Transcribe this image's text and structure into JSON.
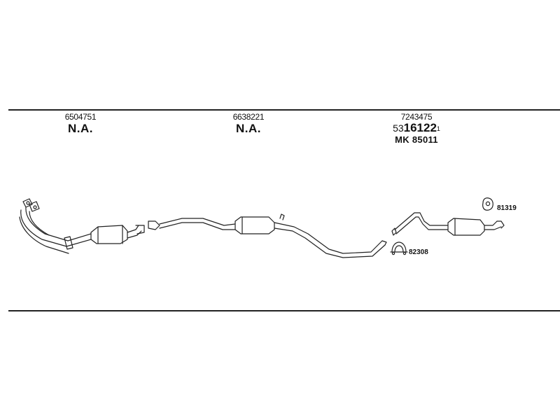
{
  "columns": [
    {
      "part_number": "6504751",
      "status": "N.A."
    },
    {
      "part_number": "6638221",
      "status": "N.A."
    },
    {
      "part_number": "7243475",
      "alt_code": {
        "prefix": "53",
        "main": "16122",
        "suffix": "1"
      },
      "mk_code": "MK  85011"
    }
  ],
  "labels": {
    "clamp_code": "82308",
    "hanger_code": "81319"
  }
}
